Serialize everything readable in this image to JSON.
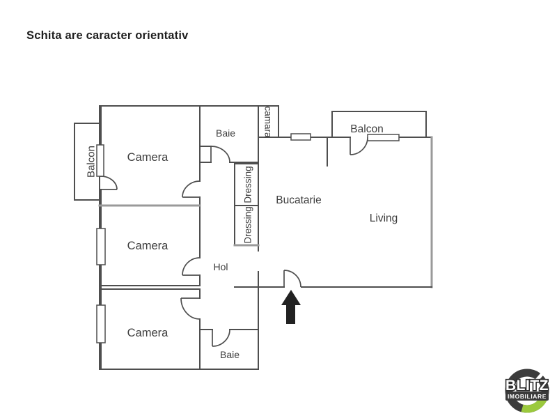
{
  "disclaimer": "Schita are caracter orientativ",
  "floor_plan": {
    "labels": {
      "camera_top": "Camera",
      "camera_middle": "Camera",
      "camera_bottom": "Camera",
      "baie_top": "Baie",
      "baie_bottom": "Baie",
      "camara": "camara",
      "balcon_left": "Balcon",
      "balcon_top": "Balcon",
      "dressing_upper": "Dressing",
      "dressing_lower": "Dressing",
      "bucatarie": "Bucatarie",
      "living": "Living",
      "hol": "Hol"
    },
    "wall_color": "#4e4e4e",
    "entrance_arrow_color": "#222222"
  },
  "logo": {
    "brand": "BLITZ",
    "tagline": "IMOBILIARE",
    "ring_color": "#3c3c3c",
    "accent_color": "#9bc93d"
  }
}
